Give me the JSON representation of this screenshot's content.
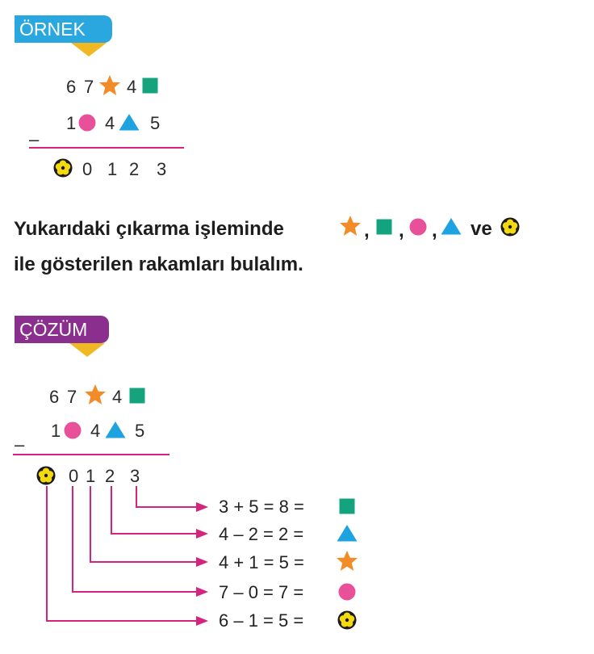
{
  "example_tag": {
    "label": "ÖRNEK",
    "color": "#2aa7df",
    "accent": "#f0b823"
  },
  "solution_tag": {
    "label": "ÇÖZÜM",
    "color": "#8b2f8f",
    "accent": "#f0b823"
  },
  "example_problem": {
    "row1": {
      "d1": "6",
      "d2": "7",
      "d4": "4"
    },
    "row2": {
      "d1": "1",
      "d3": "4",
      "d5": "5"
    },
    "operator": "–",
    "result": {
      "d2": "0",
      "d3": "1",
      "d4": "2",
      "d5": "3"
    }
  },
  "question": {
    "line1": "Yukarıdaki çıkarma işleminde",
    "separator": ",",
    "connector": "ve",
    "line2": "ile gösterilen rakamları bulalım."
  },
  "solution_problem": {
    "row1": {
      "d1": "6",
      "d2": "7",
      "d4": "4"
    },
    "row2": {
      "d1": "1",
      "d3": "4",
      "d5": "5"
    },
    "operator": "–",
    "result": {
      "d2": "0",
      "d3": "1",
      "d4": "2",
      "d5": "3"
    }
  },
  "steps": [
    {
      "expr": "3 + 5 = 8  =",
      "symbol": "square-icon"
    },
    {
      "expr": "4 – 2 = 2  =",
      "symbol": "triangle-icon"
    },
    {
      "expr": "4 + 1 = 5  =",
      "symbol": "star-icon"
    },
    {
      "expr": "7 – 0 = 7  =",
      "symbol": "circle-icon"
    },
    {
      "expr": "6 – 1 = 5  =",
      "symbol": "flower-icon"
    }
  ],
  "colors": {
    "star": "#f28c28",
    "square": "#14a37f",
    "circle": "#e8519a",
    "triangle": "#1ea3e0",
    "flower": "#f5d90f",
    "line": "#d4247d"
  }
}
